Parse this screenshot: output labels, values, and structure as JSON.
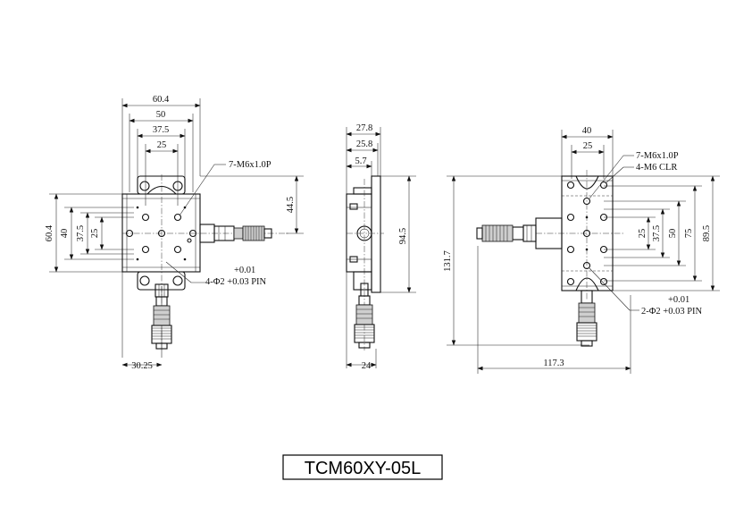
{
  "drawing": {
    "model": "TCM60XY-05L",
    "front_view": {
      "dims": [
        "60.4",
        "50",
        "37.5",
        "25",
        "60.4",
        "40",
        "37.5",
        "25",
        "44.5",
        "30.25"
      ],
      "callouts": {
        "thread": "7-M6x1.0P",
        "tol_upper": "+0.01",
        "pin": "4-Φ2 +0.03 PIN"
      }
    },
    "side_view": {
      "dims": [
        "27.8",
        "25.8",
        "5.7",
        "94.5",
        "24"
      ]
    },
    "right_view": {
      "dims": [
        "40",
        "25",
        "131.7",
        "25",
        "37.5",
        "50",
        "75",
        "89.5",
        "117.3"
      ],
      "callouts": {
        "thread": "7-M6x1.0P",
        "clr": "4-M6 CLR",
        "tol_upper": "+0.01",
        "pin": "2-Φ2 +0.03 PIN"
      }
    }
  }
}
